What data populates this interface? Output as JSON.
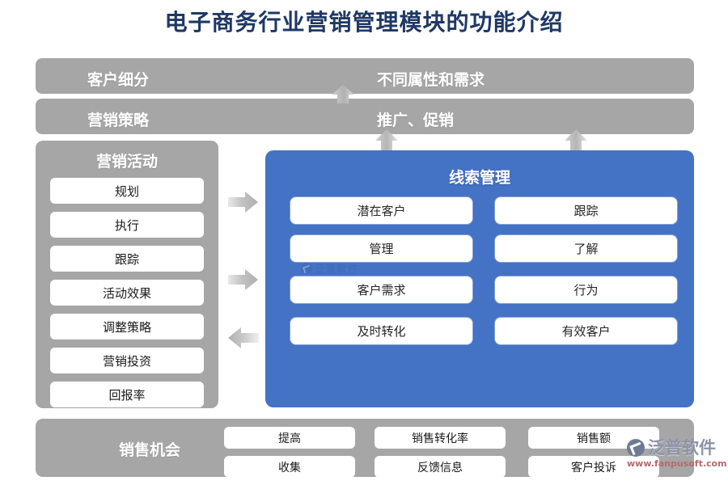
{
  "page": {
    "title": "电子商务行业营销管理模块的功能介绍",
    "title_color": "#1F3864",
    "background": "#FFFFFF"
  },
  "colors": {
    "gray": "#A6A6A6",
    "blue": "#4472C4",
    "card": "#FFFFFF",
    "arrow": "#BFBFBF"
  },
  "top_bars": [
    {
      "name": "customer-segmentation",
      "left_label": "客户细分",
      "right_label": "不同属性和需求"
    },
    {
      "name": "marketing-strategy",
      "left_label": "营销策略",
      "right_label": "推广、促销"
    }
  ],
  "left_panel": {
    "title": "营销活动",
    "items": [
      {
        "label": "规划"
      },
      {
        "label": "执行"
      },
      {
        "label": "跟踪"
      },
      {
        "label": "活动效果"
      },
      {
        "label": "调整策略"
      },
      {
        "label": "营销投资"
      },
      {
        "label": "回报率"
      }
    ]
  },
  "blue_panel": {
    "title": "线索管理",
    "left_column": [
      {
        "label": "潜在客户"
      },
      {
        "label": "管理"
      },
      {
        "label": "客户需求"
      },
      {
        "label": "及时转化"
      }
    ],
    "right_column": [
      {
        "label": "跟踪"
      },
      {
        "label": "了解"
      },
      {
        "label": "行为"
      },
      {
        "label": "有效客户"
      }
    ]
  },
  "bottom_bar": {
    "title": "销售机会",
    "row_top": [
      {
        "label": "提高"
      },
      {
        "label": "销售转化率"
      },
      {
        "label": "销售额"
      }
    ],
    "row_bottom": [
      {
        "label": "收集"
      },
      {
        "label": "反馈信息"
      },
      {
        "label": "客户投诉"
      }
    ]
  },
  "arrows": [
    {
      "name": "arrow-strategy-to-segmentation",
      "direction": "up"
    },
    {
      "name": "arrow-lead-to-strategy-left",
      "direction": "up"
    },
    {
      "name": "arrow-lead-to-strategy-right",
      "direction": "up"
    },
    {
      "name": "arrow-activity-to-lead-top",
      "direction": "right"
    },
    {
      "name": "arrow-activity-to-lead-bottom",
      "direction": "right"
    },
    {
      "name": "arrow-lead-to-activity",
      "direction": "left"
    }
  ],
  "watermarks": {
    "inner_text": "泛普软件",
    "corner_text": "泛普软件",
    "corner_url": "www.fanpusoft.com"
  }
}
